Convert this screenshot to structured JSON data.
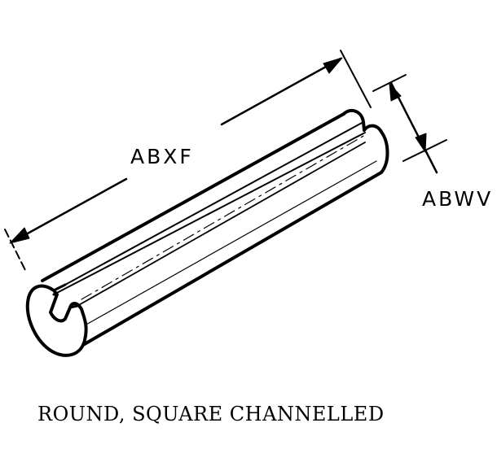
{
  "dimensions": {
    "length_code": "ABXF",
    "width_code": "ABWV"
  },
  "caption": "ROUND, SQUARE CHANNELLED",
  "colors": {
    "ink": "#000000",
    "background": "#ffffff"
  }
}
